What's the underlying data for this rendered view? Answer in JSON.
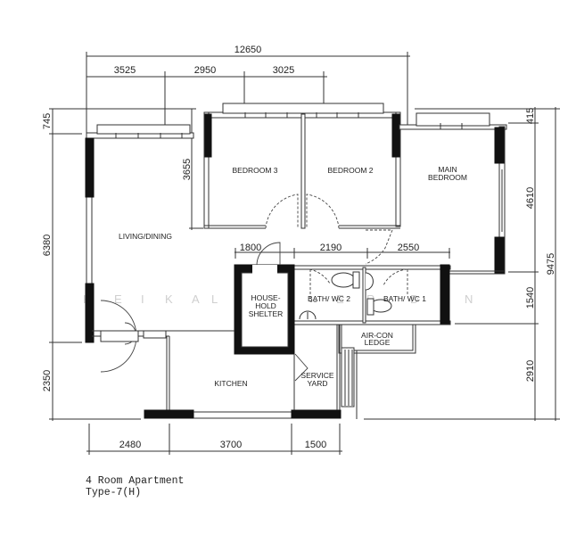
{
  "plan": {
    "title": "4 Room Apartment",
    "subtitle": "Type-7(H)",
    "watermark": [
      "H",
      "E",
      "I",
      "K",
      "A",
      "L",
      "S",
      "H",
      "E",
      "R",
      "D",
      "I",
      "N"
    ],
    "dimensions": {
      "top_total": "12650",
      "top": [
        "3525",
        "2950",
        "3025"
      ],
      "middle": [
        "1800",
        "2190",
        "2550"
      ],
      "bottom": [
        "2480",
        "3700",
        "1500"
      ],
      "left": [
        "745",
        "6380",
        "2350"
      ],
      "inner_bedroom3": "3655",
      "right": [
        "415",
        "4610",
        "1540",
        "2910"
      ],
      "right_total": "9475"
    },
    "rooms": {
      "living": "LIVING/DINING",
      "bedroom3": "BEDROOM 3",
      "bedroom2": "BEDROOM 2",
      "main_bedroom_1": "MAIN",
      "main_bedroom_2": "BEDROOM",
      "shelter_1": "HOUSE-",
      "shelter_2": "HOLD",
      "shelter_3": "SHELTER",
      "bath2": "BATH/ WC 2",
      "bath1": "BATH/ WC 1",
      "aircon_1": "AIR-CON",
      "aircon_2": "LEDGE",
      "kitchen": "KITCHEN",
      "service_1": "SERVICE",
      "service_2": "YARD"
    }
  }
}
